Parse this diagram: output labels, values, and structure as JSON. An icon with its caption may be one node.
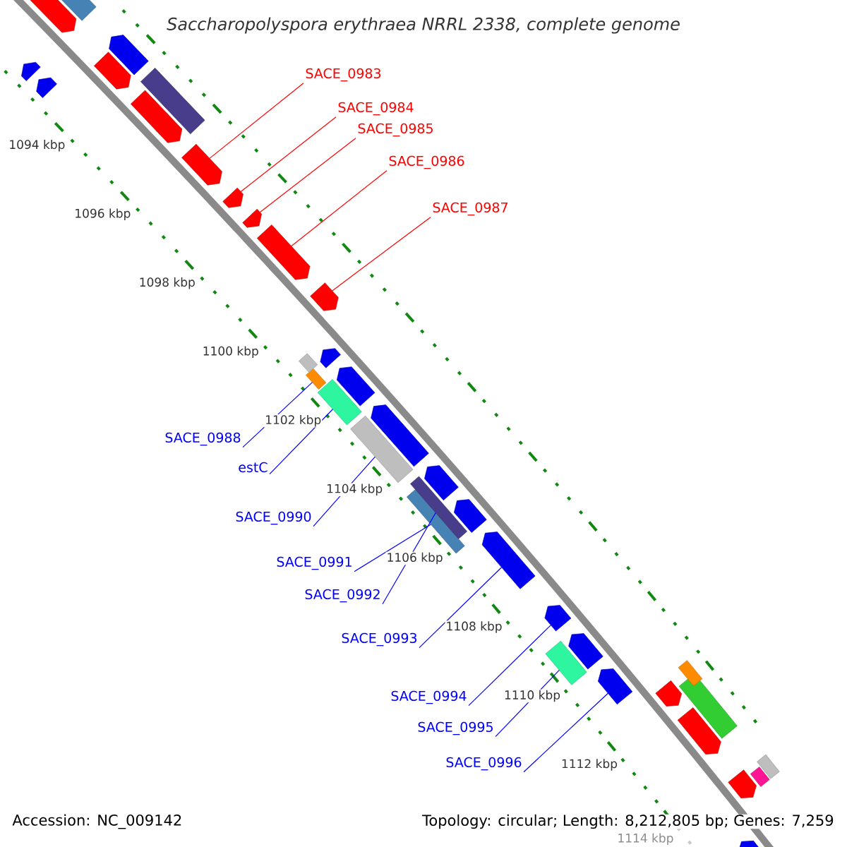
{
  "diagram": {
    "title": "Saccharopolyspora erythraea NRRL 2338, complete genome",
    "nodes": [
      {
        "text": [
          "SACE_0983"
        ]
      },
      {
        "text": [
          "SACE_0984"
        ]
      },
      {
        "text": [
          "SACE_0985"
        ]
      },
      {
        "text": [
          "SACE_0986"
        ]
      },
      {
        "text": [
          "SACE_0987"
        ]
      },
      {
        "text": [
          "SACE_0988"
        ]
      },
      {
        "text": [
          "estC"
        ]
      },
      {
        "text": [
          "SACE_0990"
        ]
      },
      {
        "text": [
          "SACE_0991"
        ]
      },
      {
        "text": [
          "SACE_0992"
        ]
      },
      {
        "text": [
          "SACE_0993"
        ]
      },
      {
        "text": [
          "SACE_0994"
        ]
      },
      {
        "text": [
          "SACE_0995"
        ]
      },
      {
        "text": [
          "SACE_0996"
        ]
      },
      {
        "text": [],
        "shape": "arrow"
      },
      {
        "text": [],
        "shape": "arrow"
      },
      {
        "text": [],
        "shape": "arrow"
      },
      {
        "text": [],
        "shape": "arrow"
      },
      {
        "text": [],
        "shape": "arrow"
      },
      {
        "text": [],
        "shape": "box"
      },
      {
        "text": [],
        "shape": "box"
      },
      {
        "text": [],
        "shape": "box"
      },
      {
        "text": [],
        "shape": "box"
      },
      {
        "text": [],
        "shape": "box"
      },
      {
        "text": [],
        "shape": "arrow"
      },
      {
        "text": [],
        "shape": "arrow"
      },
      {
        "text": [],
        "shape": "box"
      },
      {
        "text": [],
        "shape": "arrow"
      },
      {
        "text": [],
        "shape": "arrow"
      },
      {
        "text": [],
        "shape": "arrow"
      },
      {
        "text": [],
        "shape": "arrow"
      },
      {
        "text": [],
        "shape": "box"
      },
      {
        "text": [],
        "shape": "arrow"
      },
      {
        "text": [],
        "shape": "box"
      },
      {
        "text": [],
        "shape": "arrow"
      },
      {
        "text": [],
        "shape": "arrow"
      },
      {
        "text": [],
        "shape": "arrow"
      },
      {
        "text": [],
        "shape": "arrow"
      },
      {
        "text": [],
        "shape": "arrow"
      },
      {
        "text": [],
        "shape": "arrow"
      },
      {
        "text": [],
        "shape": "arrow"
      },
      {
        "text": [],
        "shape": "arrow"
      },
      {
        "text": [],
        "shape": "arrow"
      },
      {
        "text": [],
        "shape": "box"
      },
      {
        "text": [],
        "shape": "arrow"
      },
      {
        "text": [],
        "shape": "arrow"
      },
      {
        "text": [],
        "shape": "arrow"
      },
      {
        "text": [],
        "shape": "box"
      },
      {
        "text": [],
        "shape": "box"
      },
      {
        "text": [],
        "shape": "box"
      },
      {
        "text": [],
        "shape": "box"
      }
    ],
    "edges": [
      {
        "from": 0,
        "to": 14,
        "arrow": "none",
        "color": "#ff0000"
      },
      {
        "from": 1,
        "to": 15,
        "arrow": "none",
        "color": "#ff0000"
      },
      {
        "from": 2,
        "to": 16,
        "arrow": "none",
        "color": "#ff0000"
      },
      {
        "from": 3,
        "to": 17,
        "arrow": "none",
        "color": "#ff0000"
      },
      {
        "from": 4,
        "to": 18,
        "arrow": "none",
        "color": "#ff0000"
      },
      {
        "from": 5,
        "to": 19,
        "arrow": "none"
      },
      {
        "from": 6,
        "to": 20,
        "arrow": "none"
      },
      {
        "from": 7,
        "to": 21,
        "arrow": "none"
      },
      {
        "from": 8,
        "to": 22,
        "arrow": "none"
      },
      {
        "from": 9,
        "to": 23,
        "arrow": "none"
      },
      {
        "from": 10,
        "to": 24,
        "arrow": "none"
      },
      {
        "from": 11,
        "to": 25,
        "arrow": "none"
      },
      {
        "from": 12,
        "to": 26,
        "arrow": "none"
      },
      {
        "from": 13,
        "to": 27,
        "arrow": "none"
      }
    ],
    "labels": [
      "1094 kbp",
      "1096 kbp",
      "1098 kbp",
      "1100 kbp",
      "1102 kbp",
      "1104 kbp",
      "1106 kbp",
      "1108 kbp",
      "1110 kbp",
      "1112 kbp",
      "1114 kbp",
      "Accession: NC_009142",
      "Topology: circular; Length: 8,212,805 bp; Genes: 7,259"
    ]
  }
}
